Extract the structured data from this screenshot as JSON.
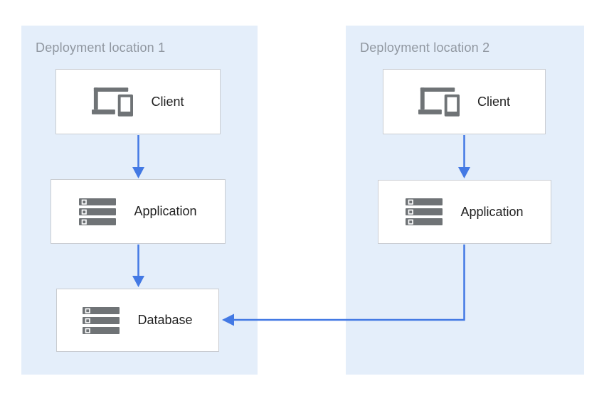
{
  "diagram": {
    "zones": [
      {
        "title": "Deployment location 1",
        "nodes": [
          {
            "label": "Client",
            "icon": "client-devices-icon"
          },
          {
            "label": "Application",
            "icon": "server-stack-icon"
          },
          {
            "label": "Database",
            "icon": "server-stack-icon"
          }
        ]
      },
      {
        "title": "Deployment location 2",
        "nodes": [
          {
            "label": "Client",
            "icon": "client-devices-icon"
          },
          {
            "label": "Application",
            "icon": "server-stack-icon"
          }
        ]
      }
    ],
    "edges": [
      {
        "from": "zone1-client",
        "to": "zone1-application"
      },
      {
        "from": "zone1-application",
        "to": "zone1-database"
      },
      {
        "from": "zone2-client",
        "to": "zone2-application"
      },
      {
        "from": "zone2-application",
        "to": "zone1-database"
      }
    ],
    "colors": {
      "zone_background": "#e4eefa",
      "node_background": "#ffffff",
      "node_border": "#c9ccd1",
      "icon_gray": "#6f7376",
      "node_label_text": "#212121",
      "zone_title_text": "#9097a0",
      "arrow_blue": "#4379e4"
    }
  }
}
